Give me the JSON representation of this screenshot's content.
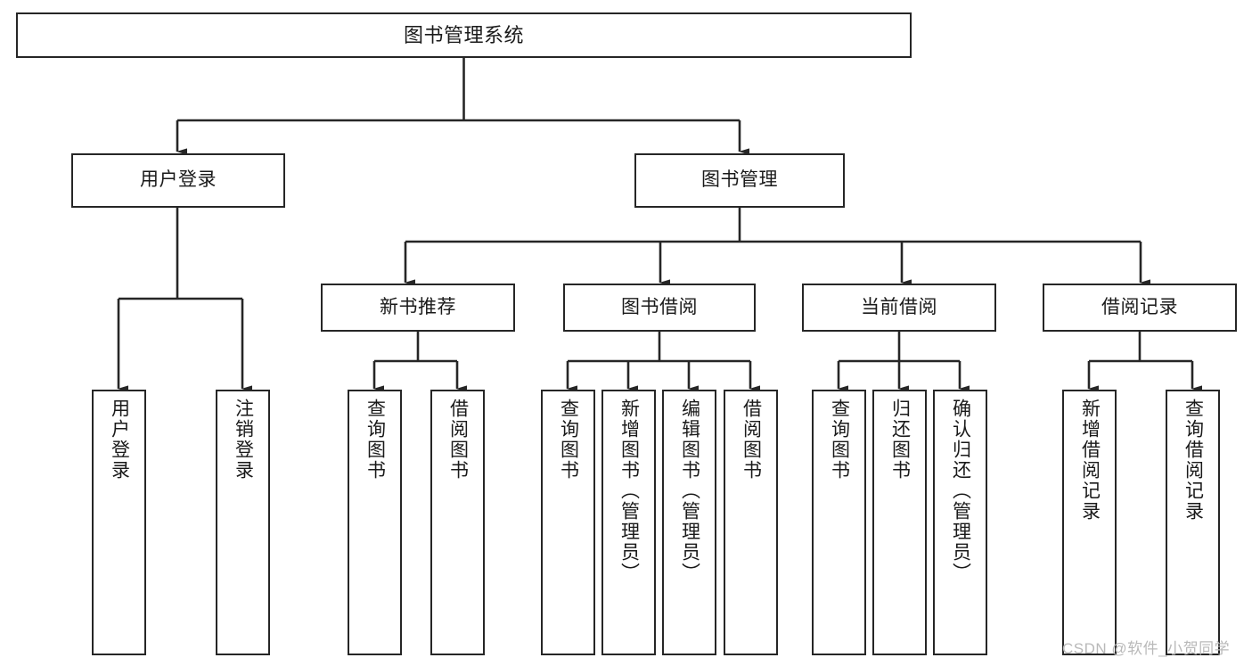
{
  "diagram": {
    "title": "图书管理系统",
    "type": "tree-hierarchy-chart",
    "background": "#ffffff",
    "line_color": "#262626",
    "box_border_color": "#262626",
    "box_fill": "#ffffff",
    "text_color": "#1a1a1a"
  },
  "nodes": {
    "root": {
      "label": "图书管理系统"
    },
    "level2": [
      {
        "label": "用户登录"
      },
      {
        "label": "图书管理"
      }
    ],
    "level3": [
      {
        "label": "新书推荐"
      },
      {
        "label": "图书借阅"
      },
      {
        "label": "当前借阅"
      },
      {
        "label": "借阅记录"
      }
    ],
    "leaves": {
      "user_login": [
        {
          "label": "用户登录"
        },
        {
          "label": "注销登录"
        }
      ],
      "new_book_recommend": [
        {
          "label": "查询图书"
        },
        {
          "label": "借阅图书"
        }
      ],
      "book_borrow": [
        {
          "label": "查询图书"
        },
        {
          "label": "新增图书（管理员）"
        },
        {
          "label": "编辑图书（管理员）"
        },
        {
          "label": "借阅图书"
        }
      ],
      "current_borrow": [
        {
          "label": "查询图书"
        },
        {
          "label": "归还图书"
        },
        {
          "label": "确认归还（管理员）"
        }
      ],
      "borrow_record": [
        {
          "label": "新增借阅记录"
        },
        {
          "label": "查询借阅记录"
        }
      ]
    }
  },
  "watermark": {
    "text": "CSDN @软件_小贺同学",
    "color": "#b9b9b9"
  }
}
